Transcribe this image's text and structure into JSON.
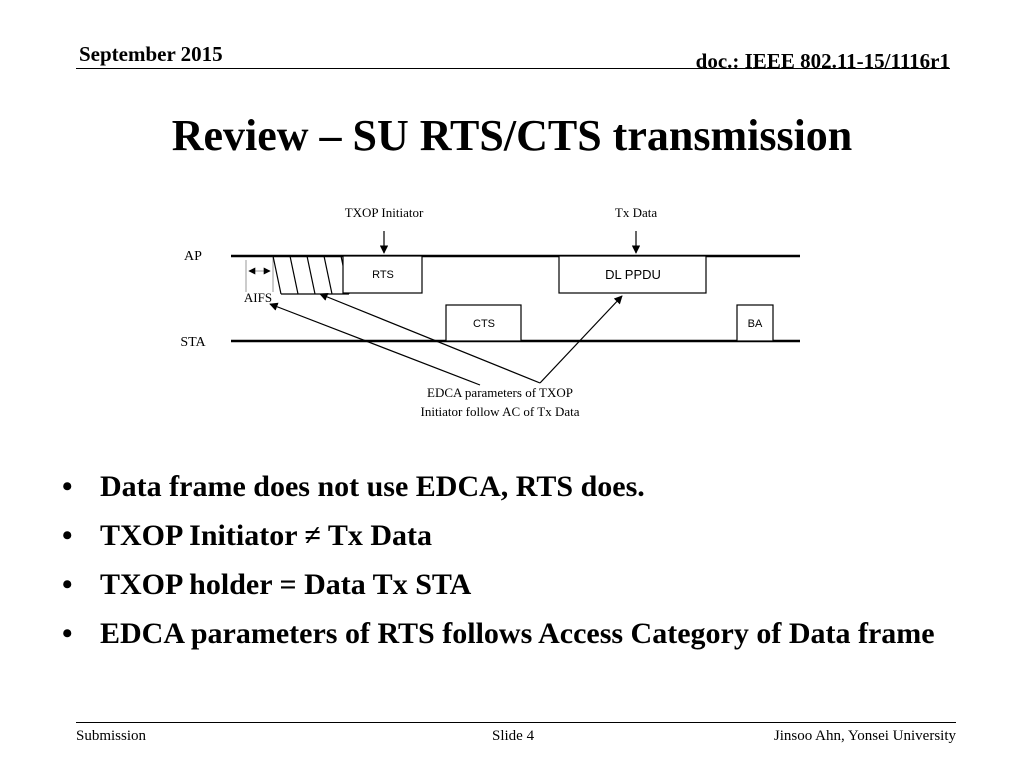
{
  "header": {
    "date": "September 2015",
    "doc": "doc.: IEEE 802.11-15/1116r1"
  },
  "title": "Review – SU RTS/CTS transmission",
  "diagram": {
    "labels": {
      "txop_initiator": "TXOP Initiator",
      "tx_data": "Tx Data",
      "ap": "AP",
      "sta": "STA",
      "aifs": "AIFS",
      "note_line1": "EDCA parameters of TXOP",
      "note_line2": "Initiator follow AC of Tx Data"
    },
    "frames": {
      "rts": "RTS",
      "dl_ppdu": "DL PPDU",
      "cts": "CTS",
      "ba": "BA"
    }
  },
  "bullets": [
    {
      "symbol": "•",
      "text": "Data frame does not use EDCA, RTS does."
    },
    {
      "symbol": "•",
      "text": "TXOP Initiator ≠ Tx Data"
    },
    {
      "symbol": "•",
      "text": "TXOP holder = Data Tx STA"
    },
    {
      "symbol": "•",
      "text": "EDCA parameters of RTS follows Access Category of Data frame"
    }
  ],
  "footer": {
    "left": "Submission",
    "center": "Slide 4",
    "right": "Jinsoo Ahn, Yonsei University"
  }
}
